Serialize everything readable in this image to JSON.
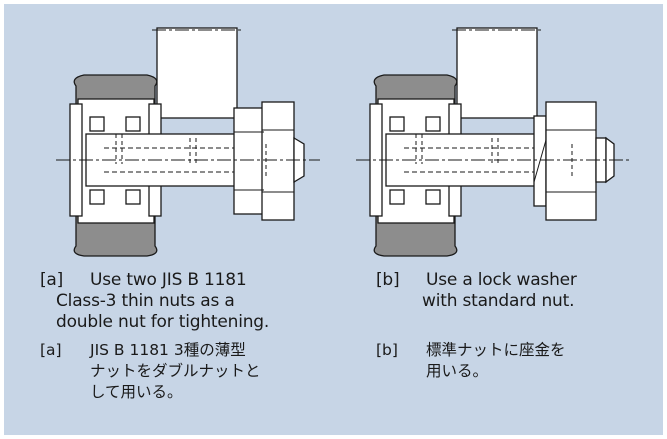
{
  "panel_a": {
    "tag": "[a]",
    "caption_en": [
      "Use two JIS B 1181",
      "Class-3 thin nuts as a",
      "double nut for tightening."
    ],
    "caption_jp": [
      "JIS B 1181 3種の薄型",
      "ナットをダブルナットと",
      "して用いる。"
    ]
  },
  "panel_b": {
    "tag": "[b]",
    "caption_en": [
      "Use a lock washer",
      "with standard nut."
    ],
    "caption_jp": [
      "標準ナットに座金を",
      "用いる。"
    ]
  },
  "colors": {
    "background": "#c7d5e6",
    "part_fill": "#ffffff",
    "tire_fill": "#8d8d8d",
    "line": "#1a1a1a"
  }
}
